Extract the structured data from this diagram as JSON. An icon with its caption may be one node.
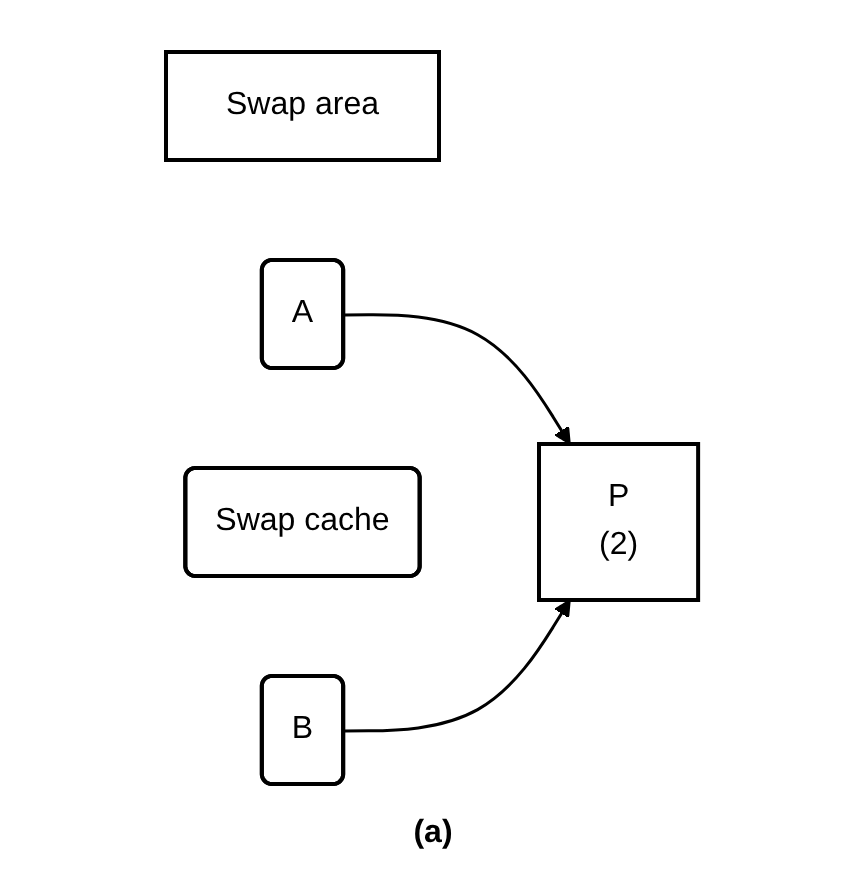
{
  "diagram": {
    "caption": "(a)",
    "nodes": [
      {
        "text": [
          "Swap area"
        ]
      },
      {
        "text": [
          "A"
        ]
      },
      {
        "text": [
          "Swap cache"
        ]
      },
      {
        "text": [
          "B"
        ]
      },
      {
        "text": [
          "P",
          "(2)"
        ]
      }
    ],
    "edges": [
      {
        "from": 1,
        "to": 4,
        "arrow": "to"
      },
      {
        "from": 3,
        "to": 4,
        "arrow": "to"
      }
    ]
  }
}
